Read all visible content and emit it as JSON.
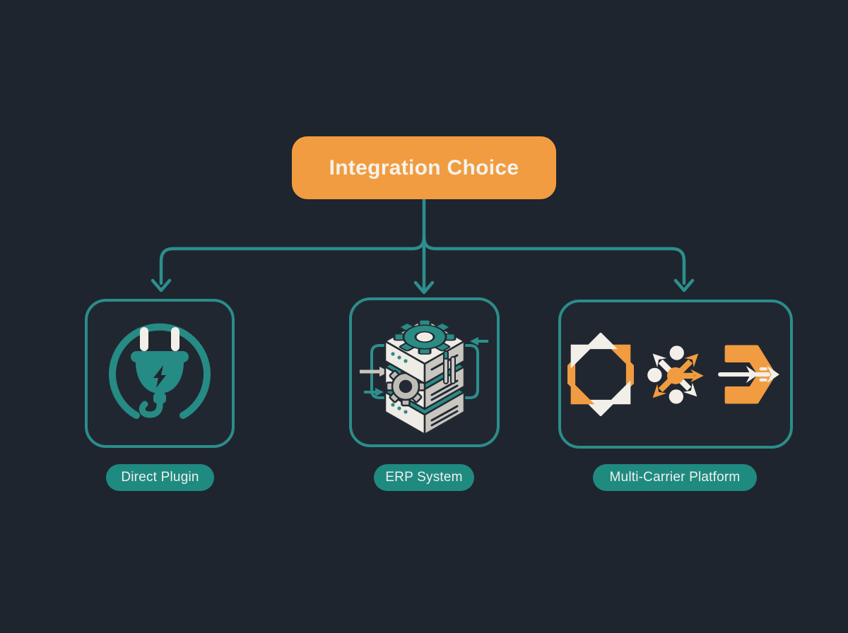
{
  "page": {
    "background_color": "#1f252e"
  },
  "colors": {
    "accent_orange": "#f19c40",
    "teal_line": "#2c8f8d",
    "teal_border": "#2b8d8a",
    "teal_pill": "#1f8a80",
    "icon_white": "#f2efe9",
    "icon_gray": "#c9c6c0",
    "outline_dark": "#232a34",
    "text_light": "#f6f3ee"
  },
  "root_node": {
    "label": "Integration Choice"
  },
  "branches": [
    {
      "id": "direct-plugin",
      "label": "Direct Plugin",
      "icon": "power-plug-icon"
    },
    {
      "id": "erp-system",
      "label": "ERP System",
      "icon": "server-stack-gear-icon"
    },
    {
      "id": "multi-carrier-platform",
      "label": "Multi-Carrier Platform",
      "icons": [
        "aperture-carrier-logo-icon",
        "routing-arrows-carrier-logo-icon",
        "wing-double-arrow-carrier-logo-icon"
      ]
    }
  ]
}
